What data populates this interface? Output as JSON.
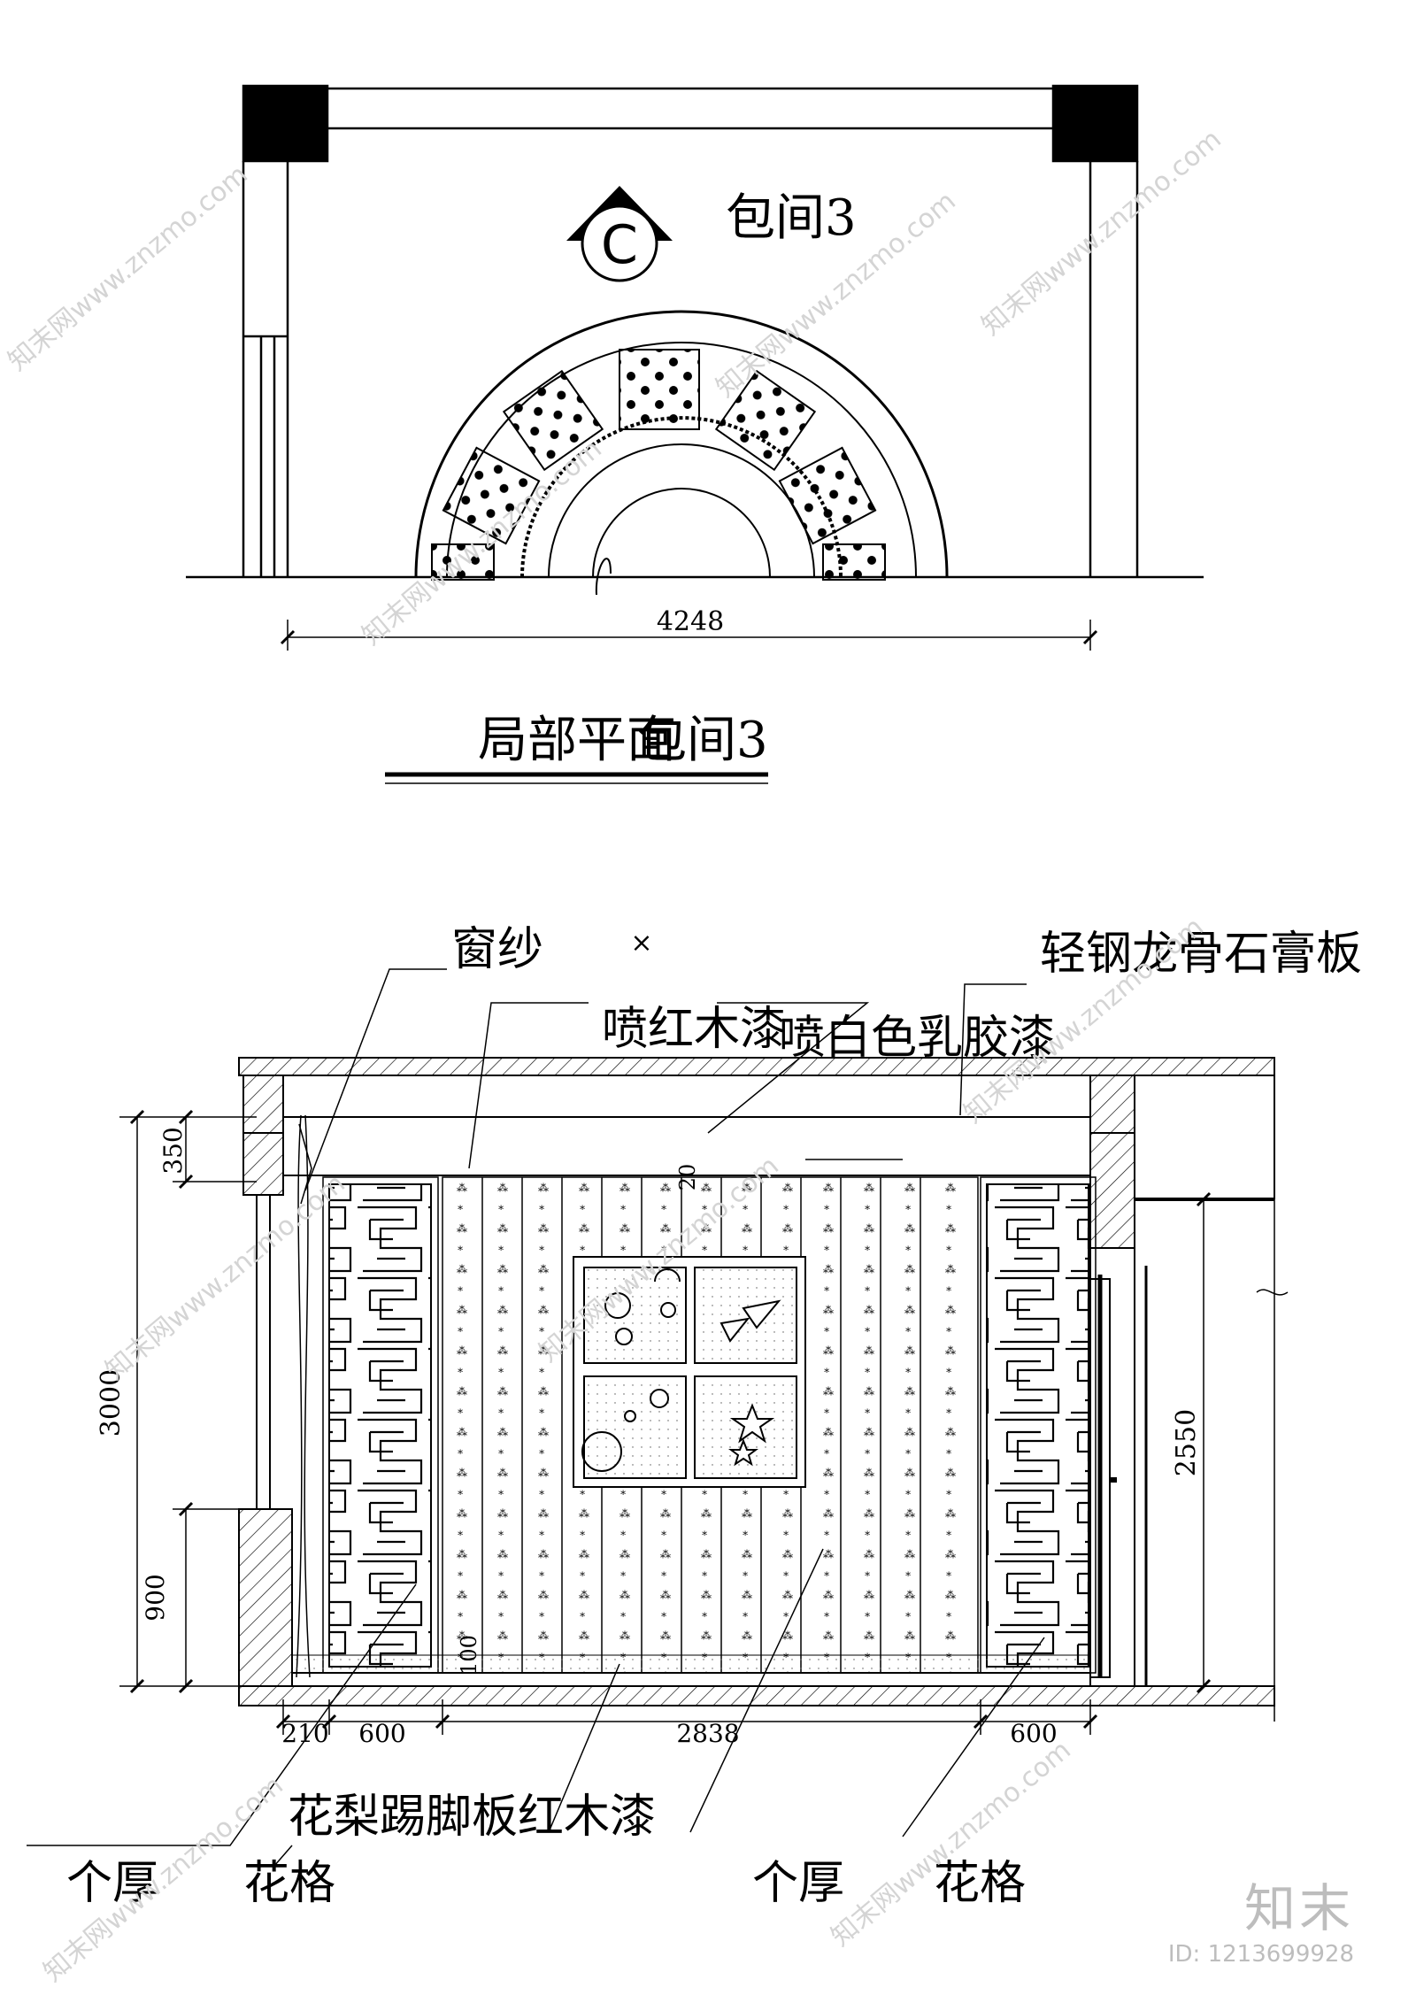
{
  "plan": {
    "room_label": "包间3",
    "section_marker": "C",
    "width_dim": "4248",
    "title": "局部平面",
    "title_overlap": "包间3"
  },
  "elevation": {
    "labels": {
      "curtain": "窗纱",
      "red_wood": "喷红木漆",
      "white_latex": "喷白色乳胶漆",
      "gypsum": "轻钢龙骨石膏板",
      "skirting": "花梨踢脚板红木漆",
      "left_thickness": "个厚",
      "left_lattice": "花格",
      "right_thickness": "个厚",
      "right_lattice": "花格",
      "cross_mark": "×"
    },
    "dims": {
      "h350": "350",
      "h3000": "3000",
      "h900": "900",
      "h2550": "2550",
      "d20": "20",
      "d100": "100",
      "w210": "210",
      "w600a": "600",
      "w2838": "2838",
      "w600b": "600"
    }
  },
  "watermark": {
    "text": "知末网www.znzmo.com",
    "brand": "知末",
    "id": "ID: 1213699928"
  }
}
